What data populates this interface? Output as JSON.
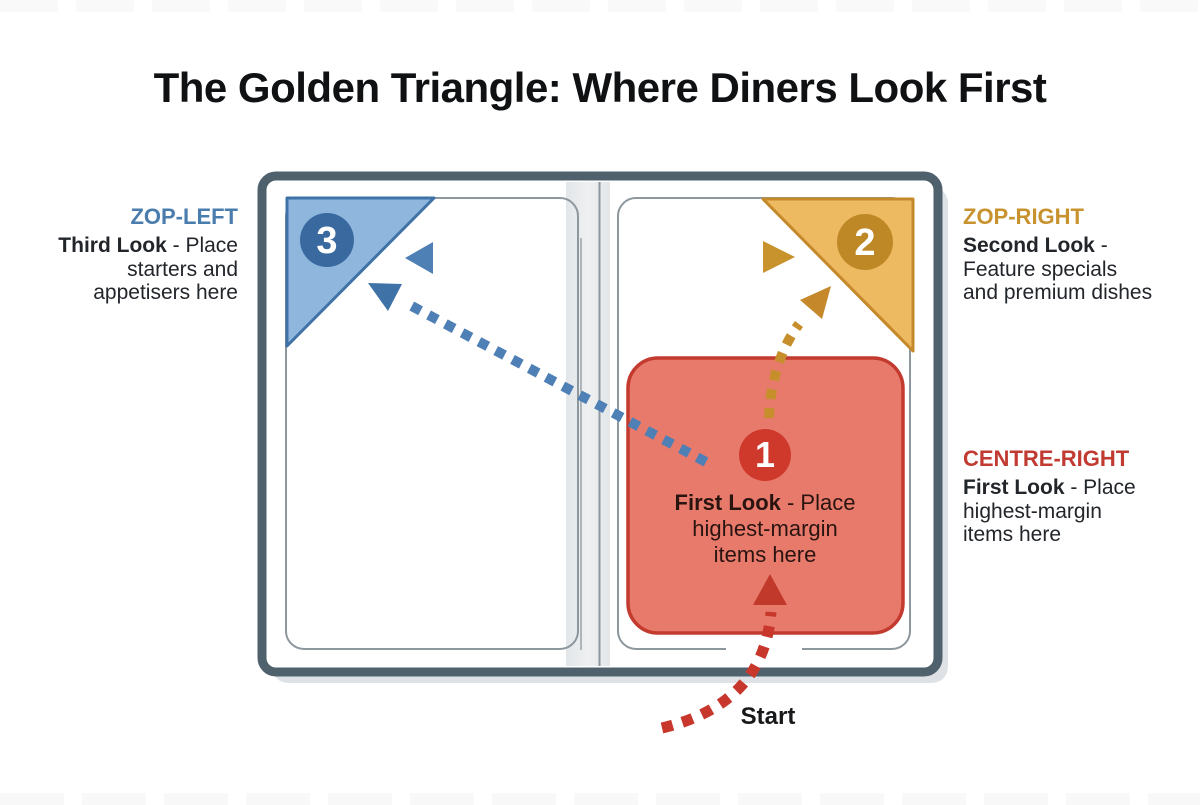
{
  "title": "The Golden Triangle: Where Diners Look First",
  "annotations": {
    "top_left": {
      "heading": "ZOP-LEFT",
      "line1_bold": "Third Look",
      "line1_rest": " - Place",
      "line2": "starters and",
      "line3": "appetisers here"
    },
    "top_right": {
      "heading": "ZOP-RIGHT",
      "line1_bold": "Second Look",
      "line1_rest": " -",
      "line2": "Feature specials",
      "line3": "and premium dishes"
    },
    "centre_right": {
      "heading": "CENTRE-RIGHT",
      "line1_bold": "First Look",
      "line1_rest": " - Place",
      "line2": "highest-margin",
      "line3": "items here"
    }
  },
  "menu": {
    "zone1": {
      "number": "1",
      "line1_bold": "First Look",
      "line1_rest": " - Place",
      "line2": "highest-margin",
      "line3": "items here"
    },
    "zone2": {
      "number": "2"
    },
    "zone3": {
      "number": "3"
    }
  },
  "start_label": "Start",
  "colors": {
    "blue_fill": "#8fb7de",
    "blue_border": "#3f72a6",
    "blue_badge": "#39699e",
    "blue_heading": "#4a7cad",
    "gold_fill": "#edba62",
    "gold_border": "#c5892b",
    "gold_badge": "#bf8827",
    "gold_heading": "#c8922f",
    "red_fill": "#e87a6c",
    "red_border": "#c33b2e",
    "red_badge": "#ce392c",
    "red_heading": "#c23b32",
    "frame": "#4f616d",
    "page_line": "#8d979e",
    "text_dark": "#22262b"
  }
}
